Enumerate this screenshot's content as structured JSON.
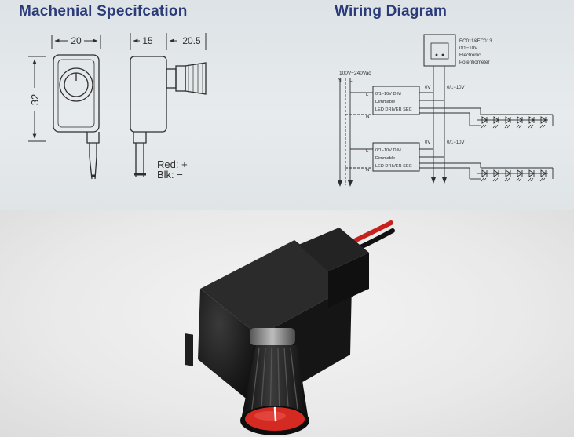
{
  "mechanical": {
    "title": "Machenial Specifcation",
    "dim_width": "20",
    "dim_depth": "15",
    "dim_knob": "20.5",
    "dim_height": "32",
    "wire_red": "Red: +",
    "wire_black": "Blk: −"
  },
  "wiring": {
    "title": "Wiring Diagram",
    "potentiometer_model": "EC011&EC013",
    "potentiometer_range": "0/1−10V",
    "potentiometer_line1": "Electronic",
    "potentiometer_line2": "Potentiometer",
    "supply_label": "100V−240Vac",
    "n_label": "N",
    "l_label": "L",
    "driver_row1": "0/1−10V   DIM",
    "driver_row2": "Dimmable",
    "driver_row3": "LED DRIVER SEC",
    "ov_label": "0V",
    "ctrl_label": "0/1−10V"
  },
  "colors": {
    "heading": "#2b3a78",
    "ink": "#2e2e2e",
    "wire_red": "#c8201c",
    "device_body": "#1b1b1b",
    "knob_cap": "#d42a22"
  }
}
